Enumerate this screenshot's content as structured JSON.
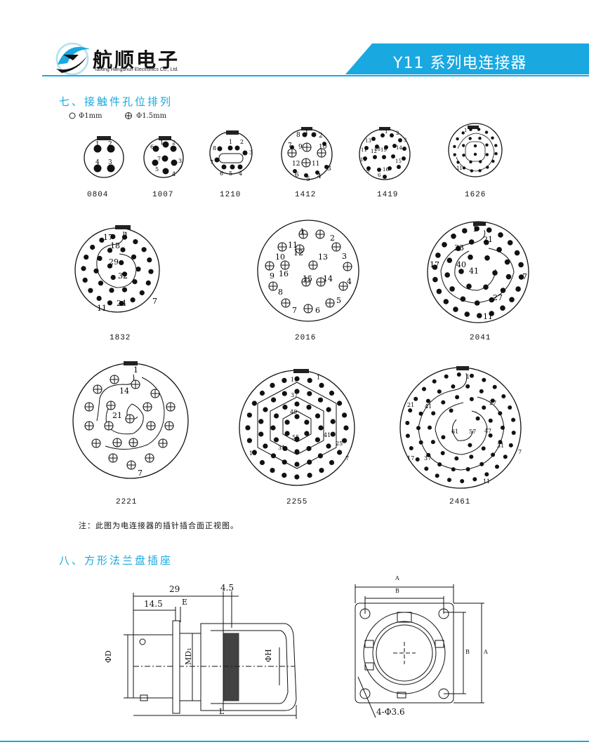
{
  "header": {
    "company_name": "航顺电子",
    "company_sub": "Taixing Hangshun Electronics Co., Ltd.",
    "series_title": "Y11 系列电连接器",
    "accent_color": "#1aa8e0"
  },
  "section7": {
    "title": "七、接触件孔位排列",
    "legend_small": "Φ1mm",
    "legend_large": "Φ1.5mm",
    "labels": [
      "0804",
      "1007",
      "1210",
      "1412",
      "1419",
      "1626",
      "1832",
      "2016",
      "2041",
      "2221",
      "2255",
      "2461"
    ],
    "note": "注：此图为电连接器的插针插合面正视图。"
  },
  "section8": {
    "title": "八、方形法兰盘插座",
    "dims": {
      "d29": "29",
      "d4_5": "4.5",
      "d14_5": "14.5",
      "e": "E",
      "phi_d": "ΦD",
      "md1": "MD₁",
      "phi_h": "ΦH",
      "l": "L",
      "a": "A",
      "b": "B",
      "hole": "4-Φ3.6"
    }
  },
  "pin_numbers": {
    "c0804": [
      "1",
      "2",
      "4",
      "3"
    ],
    "c1007": [
      "6",
      "1",
      "2",
      "7",
      "3",
      "5",
      "4"
    ],
    "c1210": [
      "1",
      "2",
      "8",
      "3",
      "7",
      "6",
      "5",
      "4"
    ],
    "c1412": [
      "8",
      "1",
      "2",
      "9",
      "10",
      "7",
      "3",
      "12",
      "11",
      "6",
      "5",
      "4"
    ],
    "c1419": [
      "1",
      "2",
      "13",
      "12",
      "18",
      "19",
      "14",
      "3",
      "11",
      "10",
      "15",
      "9",
      "16",
      "6"
    ],
    "c1626": [
      "1",
      "11"
    ],
    "c1832": [
      "17",
      "1",
      "18",
      "29",
      "32",
      "11",
      "24",
      "7"
    ],
    "c2016": [
      "1",
      "2",
      "11",
      "10",
      "12",
      "13",
      "3",
      "9",
      "16",
      "15",
      "14",
      "4",
      "8",
      "5",
      "7",
      "6"
    ],
    "c2041": [
      "1",
      "21",
      "33",
      "40",
      "41",
      "17",
      "7",
      "27",
      "11"
    ],
    "c2221": [
      "1",
      "14",
      "21",
      "7"
    ],
    "c2255": [
      "19",
      "1",
      "37",
      "49",
      "55",
      "41",
      "25",
      "31",
      "13",
      "7"
    ],
    "c2461": [
      "1",
      "21",
      "27",
      "41",
      "47",
      "61",
      "57",
      "31",
      "17",
      "37",
      "7",
      "11"
    ]
  }
}
